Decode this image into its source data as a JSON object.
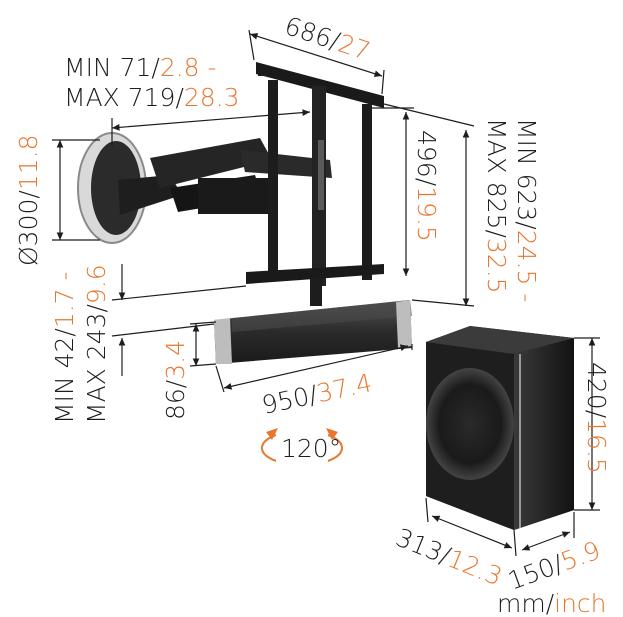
{
  "colors": {
    "text": "#1d1d1b",
    "accent": "#e8762d",
    "product_dark": "#1b1b1b",
    "product_mid": "#3a3a3a",
    "ring": "#cfcfcf"
  },
  "dimensions": {
    "top_width": {
      "mm": "686/",
      "inch": "27"
    },
    "arm_depth_min": {
      "mm": "MIN 71/",
      "inch": "2.8 -"
    },
    "arm_depth_max": {
      "mm": "MAX 719/",
      "inch": "28.3"
    },
    "wall_plate": {
      "mm": "Ø300/",
      "inch": "11.8"
    },
    "vesa_height": {
      "mm": "496/",
      "inch": "19.5"
    },
    "total_height_min": {
      "mm": "MIN 623/",
      "inch": "24.5 -"
    },
    "total_height_max": {
      "mm": "MAX 825/",
      "inch": "32.5"
    },
    "bar_offset_min": {
      "mm": "MIN 42/",
      "inch": "1.7 -"
    },
    "bar_offset_max": {
      "mm": "MAX 243/",
      "inch": "9.6"
    },
    "soundbar_height": {
      "mm": "86/",
      "inch": "3.4"
    },
    "soundbar_width": {
      "mm": "950/",
      "inch": "37.4"
    },
    "rotation": "120°",
    "sub_height": {
      "mm": "420/",
      "inch": "16.5"
    },
    "sub_depth": {
      "mm": "313/",
      "inch": "12.3"
    },
    "sub_width": {
      "mm": "150/",
      "inch": "5.9"
    },
    "units": {
      "mm": "mm/",
      "inch": "inch"
    }
  },
  "icons": {
    "rotation": "rotation-arrows-icon"
  }
}
